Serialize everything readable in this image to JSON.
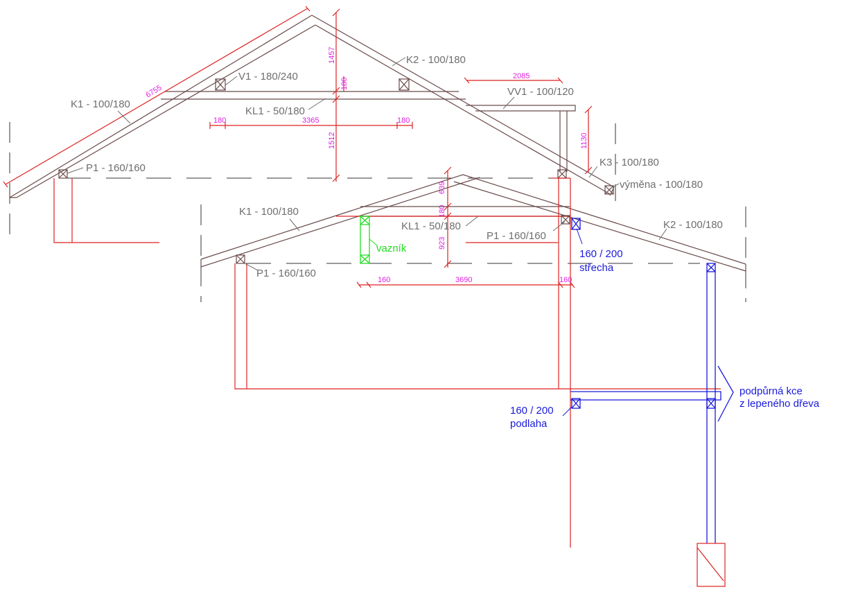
{
  "labels": {
    "k1_top": "K1 - 100/180",
    "v1": "V1 - 180/240",
    "kl1_top": "KL1 - 50/180",
    "k2_top": "K2 - 100/180",
    "vv1": "VV1 - 100/120",
    "p1_top": "P1 - 160/160",
    "k3": "K3 - 100/180",
    "vymena": "výměna - 100/180",
    "k1_bot": "K1 - 100/180",
    "kl1_bot": "KL1 - 50/180",
    "p1_bot_right": "P1 - 160/160",
    "k2_bot": "K2 - 100/180",
    "vaznik": "vazník",
    "p1_bot_left": "P1 - 160/160",
    "strecha_size": "160 / 200",
    "strecha": "střecha",
    "podlaha_size": "160 / 200",
    "podlaha": "podlaha",
    "podpurna_1": "podpůrná kce",
    "podpurna_2": "z lepeného dřeva"
  },
  "dimensions": {
    "rafter_len": "6755",
    "h_1457": "1457",
    "h_180": "180",
    "h_1512": "1512",
    "w_2085": "2085",
    "h_1130": "1130",
    "top_180_left": "180",
    "top_3365": "3365",
    "top_180_right": "180",
    "h_639": "639",
    "h_180b": "180",
    "h_923": "923",
    "bot_160_left": "160",
    "bot_3690": "3690",
    "bot_160_right": "160"
  },
  "colors": {
    "timber": "#6a4a4a",
    "dimension_line": "#dd2222",
    "dimension_text": "#e020e0",
    "new_structure": "#1a1adb",
    "truss": "#22dd22",
    "label": "#6e6e6e"
  }
}
